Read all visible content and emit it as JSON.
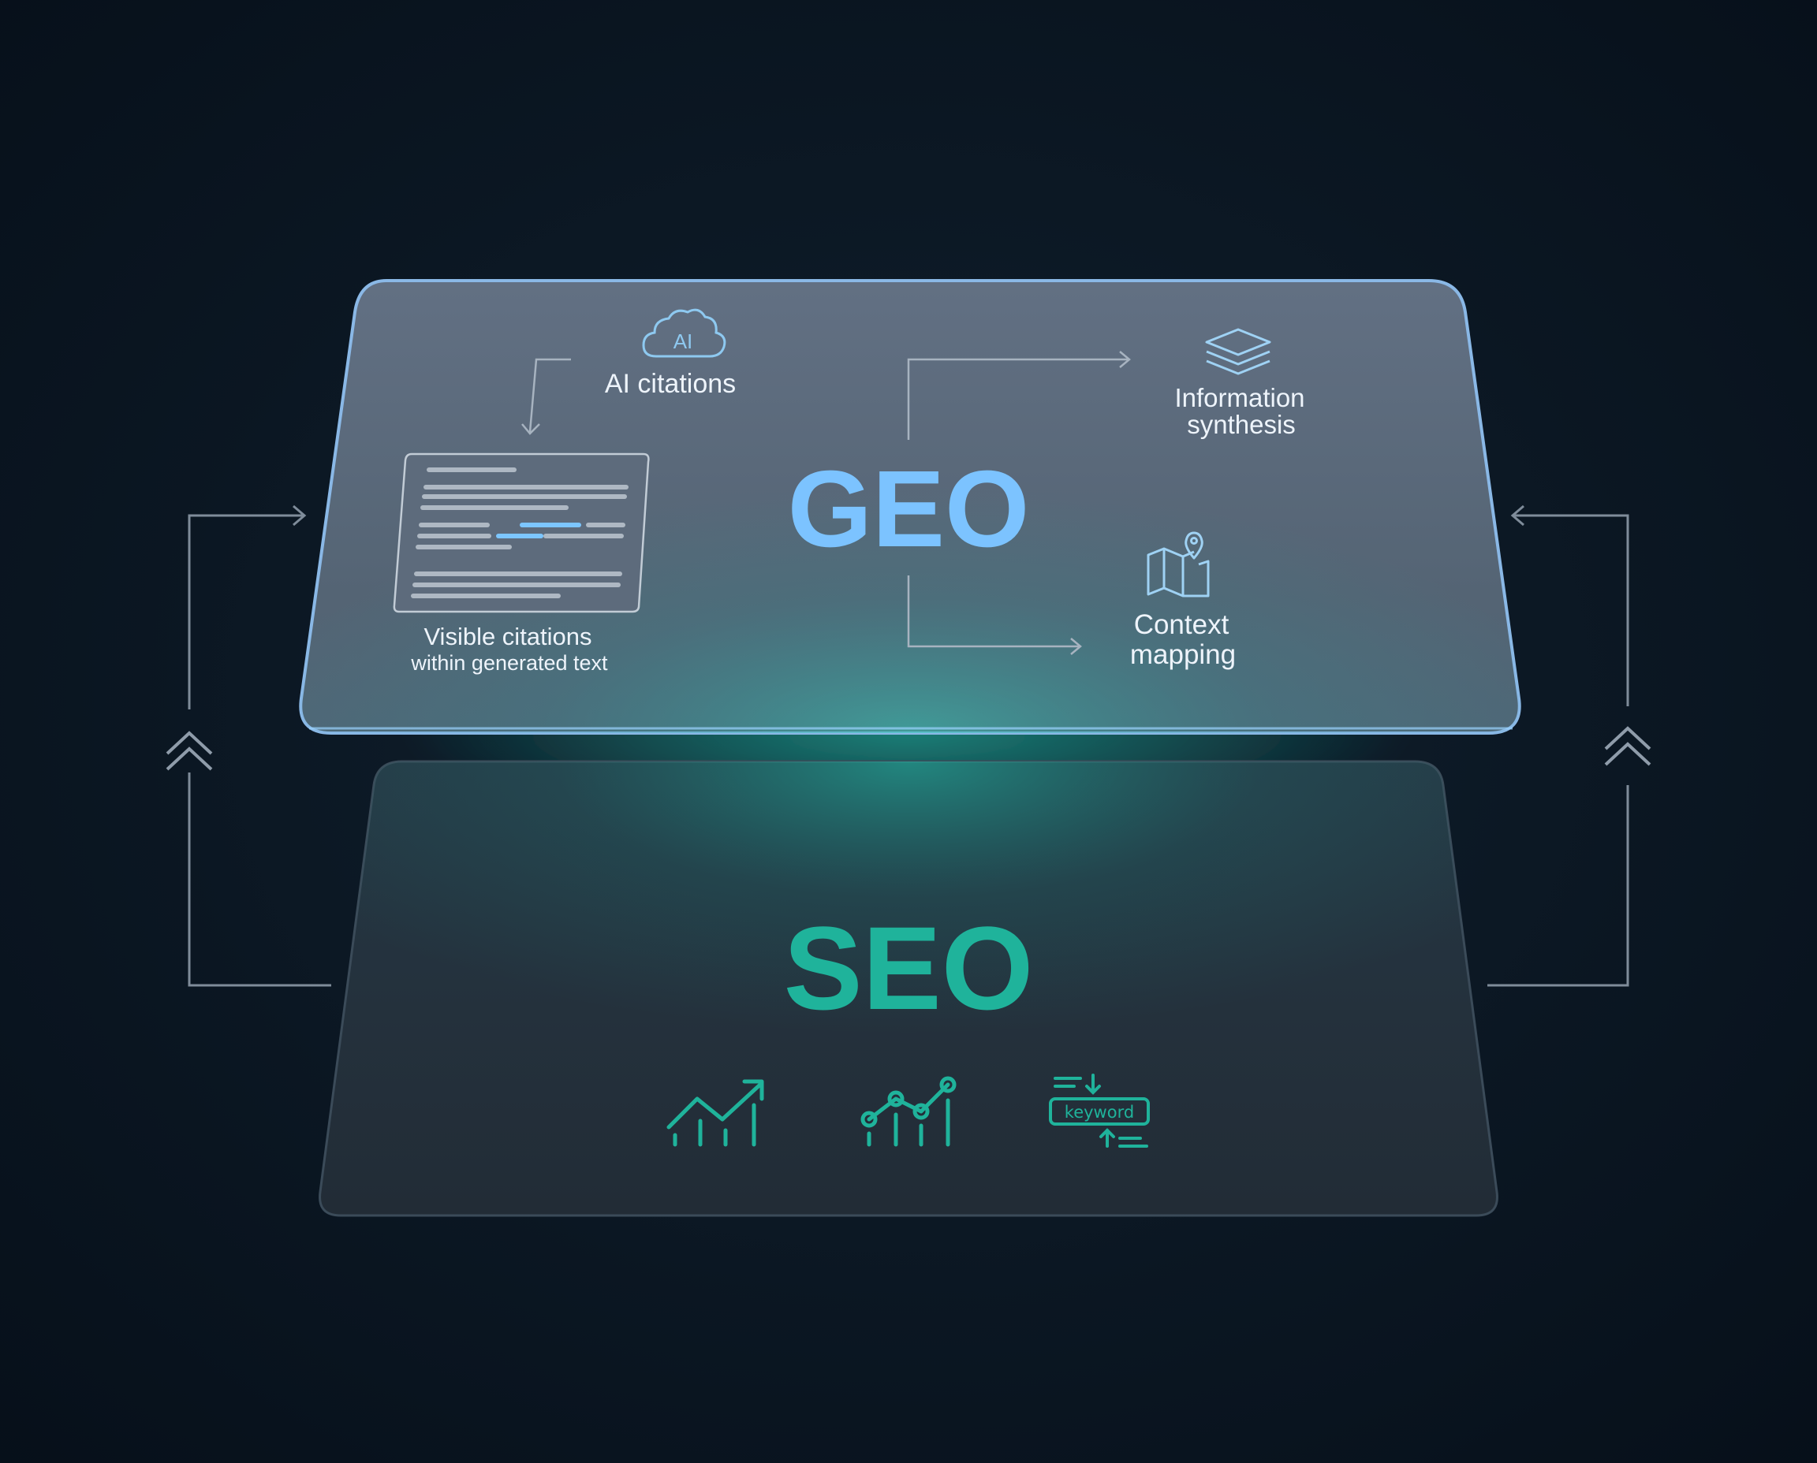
{
  "geo_layer": {
    "title": "GEO",
    "features": {
      "ai_citations": {
        "icon": "ai-cloud-icon",
        "icon_text": "AI",
        "label": "AI citations"
      },
      "information_synthesis": {
        "icon": "layers-icon",
        "label_lines": [
          "Information",
          "synthesis"
        ]
      },
      "context_mapping": {
        "icon": "map-pin-icon",
        "label_lines": [
          "Context",
          "mapping"
        ]
      },
      "visible_citations": {
        "icon": "document-icon",
        "label_lines": [
          "Visible citations",
          "within generated text"
        ]
      }
    }
  },
  "seo_layer": {
    "title": "SEO",
    "icons": [
      {
        "name": "trend-up-bars-icon"
      },
      {
        "name": "line-chart-bars-icon"
      },
      {
        "name": "keyword-sort-icon",
        "text": "keyword"
      }
    ]
  },
  "side_connectors": {
    "left": "double-chevron-up-icon",
    "right": "double-chevron-up-icon"
  },
  "colors": {
    "background": "#0b1622",
    "geo_title": "#7cc3ff",
    "seo_title": "#1fb39b",
    "teal_glow": "#1fc8b0",
    "label_text": "#eef4fb",
    "line": "#8a98a8"
  }
}
